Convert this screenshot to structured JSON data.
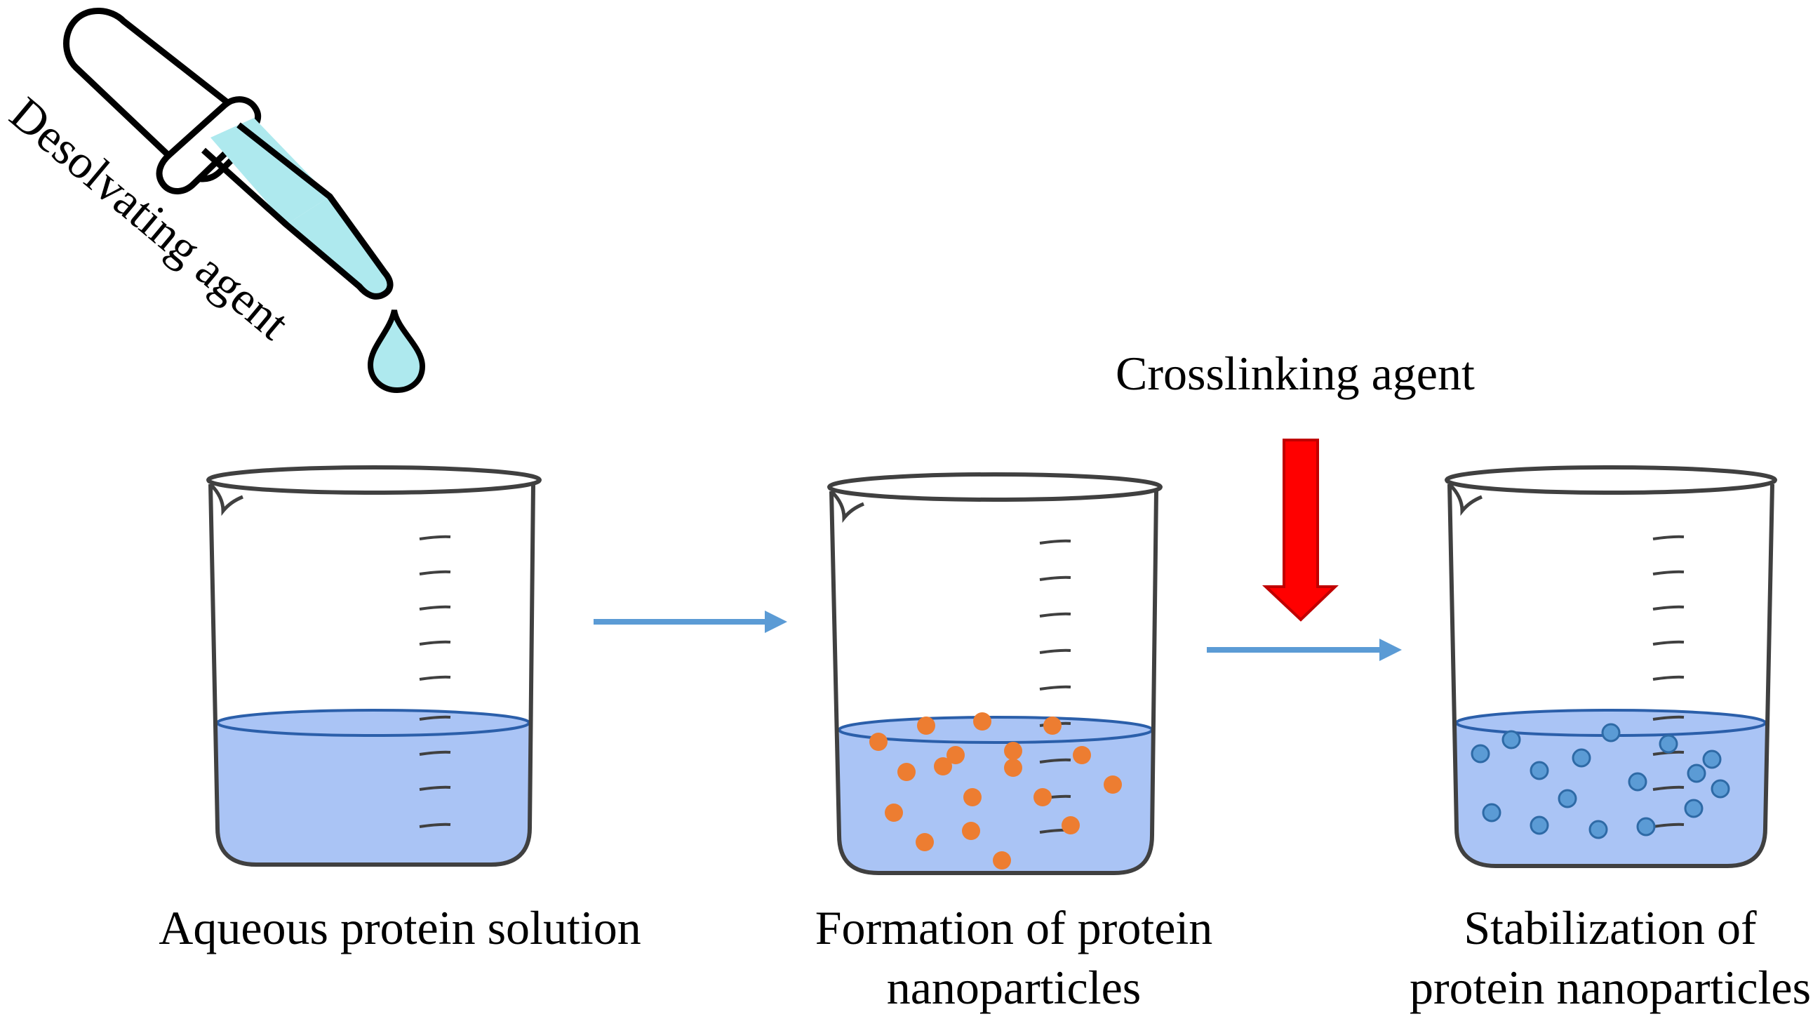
{
  "labels": {
    "desolvating_agent": "Desolvating agent",
    "crosslinking_agent": "Crosslinking agent",
    "beaker1_line1": "Aqueous protein solution",
    "beaker2_line1": "Formation of protein",
    "beaker2_line2": "nanoparticles",
    "beaker3_line1": "Stabilization of",
    "beaker3_line2": "protein nanoparticles"
  },
  "colors": {
    "solution": "#aac4f5",
    "solution_edge": "#2b5faa",
    "dropper_liquid": "#aee9ee",
    "flow_arrow": "#5b9bd5",
    "crosslink_arrow": "#ff0000",
    "nanoparticle_forming": "#ed7d31",
    "nanoparticle_stable": "#5b9bd5"
  },
  "icons": {
    "dropper": "dropper-icon",
    "beaker": "beaker-icon"
  }
}
